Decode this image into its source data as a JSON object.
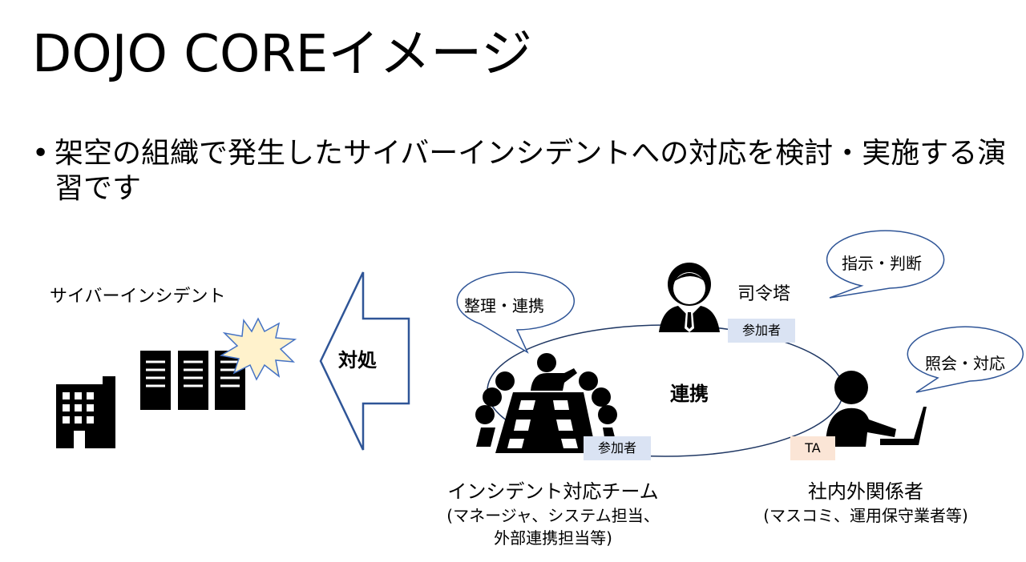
{
  "slide": {
    "title": "DOJO COREイメージ",
    "bullet": "架空の組織で発生したサイバーインシデントへの対応を検討・実施する演習です"
  },
  "left": {
    "incident_label": "サイバーインシデント",
    "arrow_label": "対処"
  },
  "center": {
    "link_label": "連携"
  },
  "commander": {
    "name": "司令塔",
    "bubble": "指示・判断",
    "tag": "参加者"
  },
  "team": {
    "bubble": "整理・連携",
    "tag": "参加者",
    "name": "インシデント対応チーム",
    "sub1": "(マネージャ、システム担当、",
    "sub2": "外部連携担当等)"
  },
  "stakeholders": {
    "bubble": "照会・対応",
    "tag": "TA",
    "name": "社内外関係者",
    "sub": "(マスコミ、運用保守業者等)"
  },
  "colors": {
    "arrow_stroke": "#2f5597",
    "loop_stroke": "#203864",
    "tag_blue": "#dae3f3",
    "tag_orange": "#fbe5d6",
    "burst_fill": "#fff2cc",
    "burst_stroke": "#4472c4"
  },
  "icons": [
    "building-icon",
    "server-rack-icon",
    "burst-icon",
    "commander-person-icon",
    "meeting-table-icon",
    "laptop-user-icon"
  ]
}
